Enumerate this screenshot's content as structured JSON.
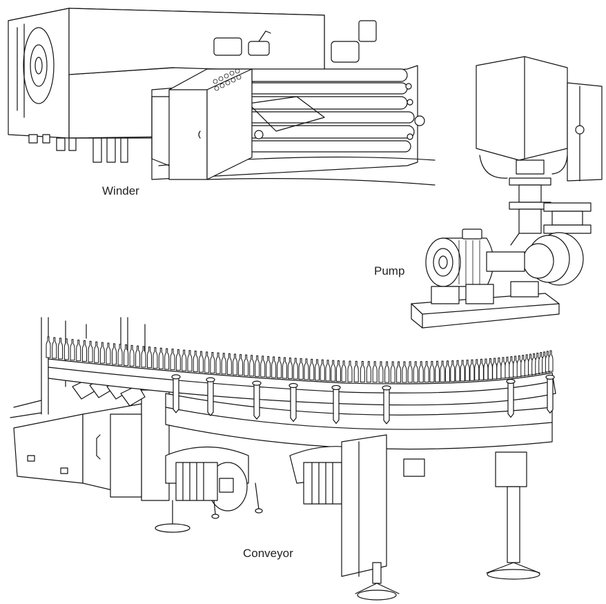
{
  "labels": {
    "winder": "Winder",
    "pump": "Pump",
    "conveyor": "Conveyor"
  },
  "colors": {
    "line": "#111111",
    "background": "#ffffff"
  },
  "conveyor": {
    "bottle_count": 96
  }
}
